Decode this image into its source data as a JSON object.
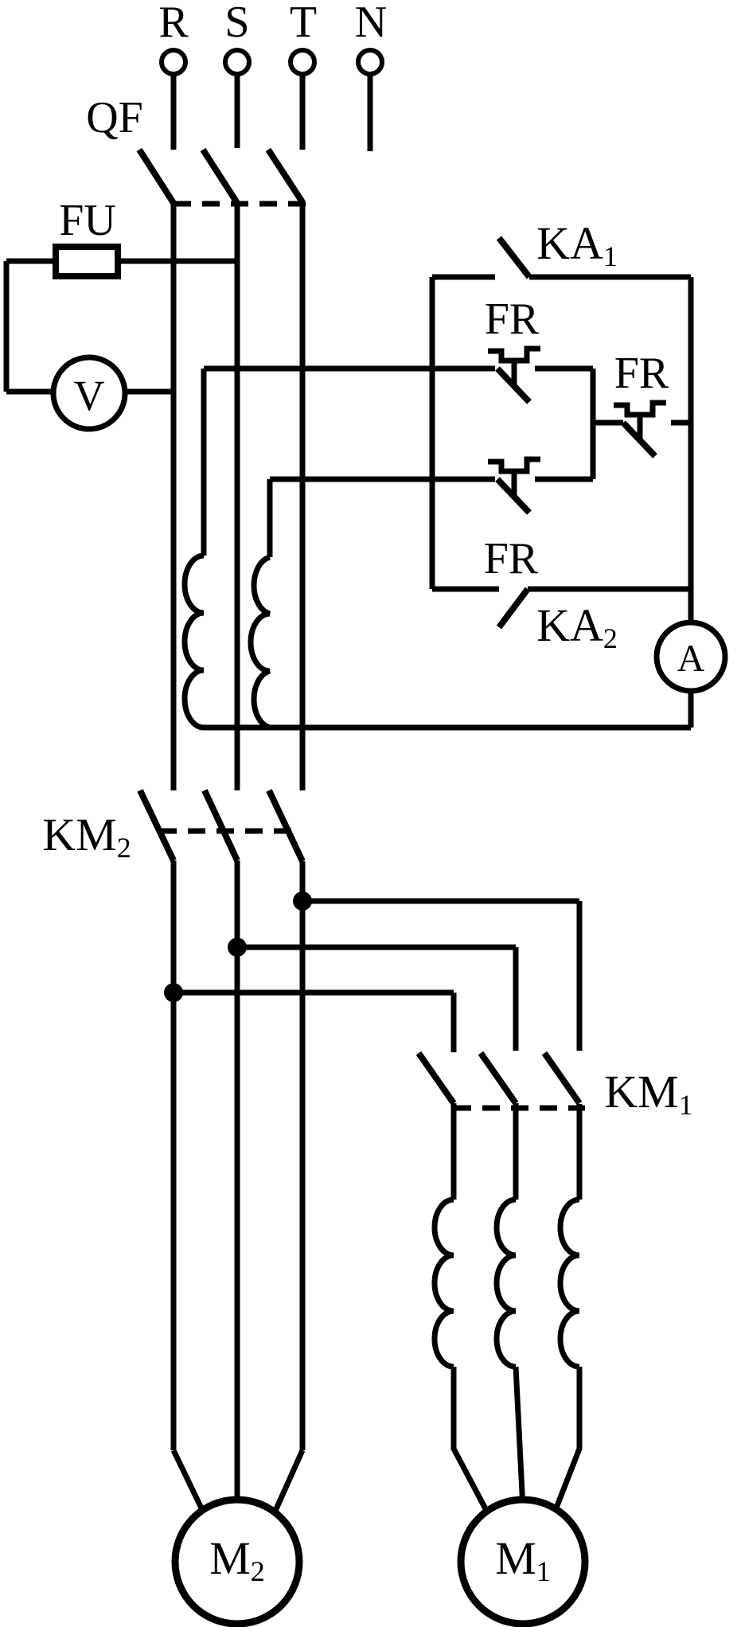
{
  "diagram": {
    "kind": "three-phase dual-motor power schematic",
    "background": "#ffffff",
    "line_color": "#000000",
    "supply_terminals": [
      {
        "label": "R"
      },
      {
        "label": "S"
      },
      {
        "label": "T"
      },
      {
        "label": "N"
      }
    ],
    "labels": {
      "breaker": "QF",
      "fuse": "FU",
      "voltmeter": "V",
      "ammeter": "A",
      "fr_top": "FR",
      "fr_right": "FR",
      "fr_bottom": "FR",
      "ka1": {
        "base": "KA",
        "sub": "1"
      },
      "ka2": {
        "base": "KA",
        "sub": "2"
      },
      "km2": {
        "base": "KM",
        "sub": "2"
      },
      "km1": {
        "base": "KM",
        "sub": "1"
      },
      "m2": {
        "base": "M",
        "sub": "2"
      },
      "m1": {
        "base": "M",
        "sub": "1"
      }
    }
  }
}
